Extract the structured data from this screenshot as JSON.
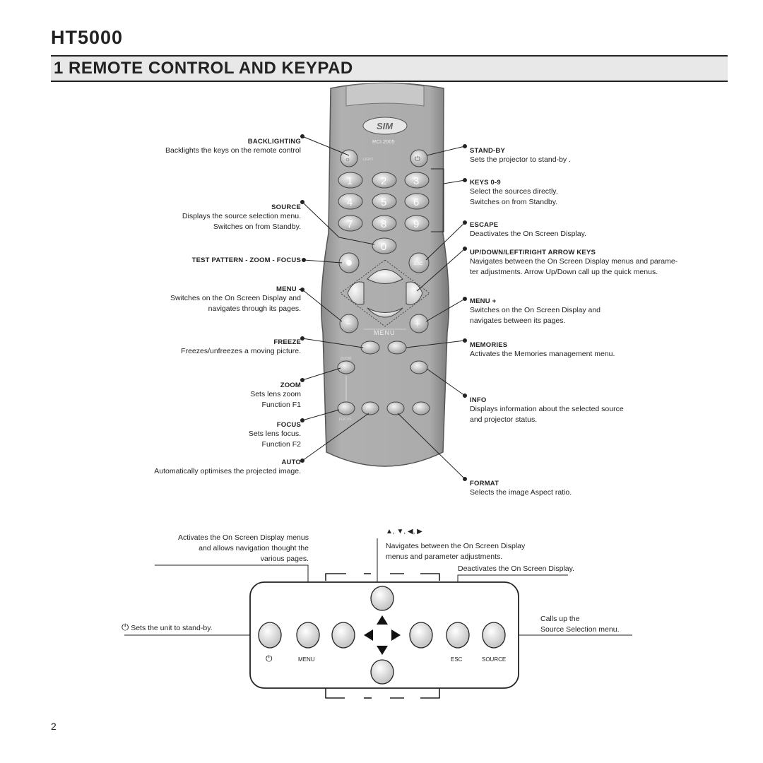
{
  "header": {
    "model": "HT5000",
    "section_title": "1  REMOTE CONTROL AND KEYPAD"
  },
  "remote": {
    "brand_label": "RCI 2005",
    "light_key": "LIGHT",
    "menu_label": "MENU",
    "zoom_key": "ZOOM",
    "focus_key": "FOCUS",
    "esc_key": "ESC",
    "keys": [
      "1",
      "2",
      "3",
      "4",
      "5",
      "6",
      "7",
      "8",
      "9",
      "0"
    ]
  },
  "left_annotations": [
    {
      "label": "BACKLIGHTING",
      "desc": [
        "Backlights the keys on the remote control"
      ]
    },
    {
      "label": "SOURCE",
      "desc": [
        "Displays the source selection menu.",
        "Switches on from Standby."
      ]
    },
    {
      "label": "TEST PATTERN - ZOOM - FOCUS",
      "desc": []
    },
    {
      "label": "MENU -",
      "desc": [
        "Switches on the On Screen Display and",
        "navigates through its pages."
      ]
    },
    {
      "label": "FREEZE",
      "desc": [
        "Freezes/unfreezes a moving picture."
      ]
    },
    {
      "label": "ZOOM",
      "desc": [
        "Sets lens zoom",
        "Function F1"
      ]
    },
    {
      "label": "FOCUS",
      "desc": [
        "Sets lens focus.",
        "Function F2"
      ]
    },
    {
      "label": "AUTO",
      "desc": [
        "Automatically optimises the projected image."
      ]
    }
  ],
  "right_annotations": [
    {
      "label": "STAND-BY",
      "desc": [
        "Sets the projector to stand-by ."
      ]
    },
    {
      "label": "KEYS 0-9",
      "desc": [
        "Select the sources directly.",
        "Switches on from Standby."
      ]
    },
    {
      "label": "ESCAPE",
      "desc": [
        "Deactivates the On Screen Display."
      ]
    },
    {
      "label": "UP/DOWN/LEFT/RIGHT ARROW KEYS",
      "desc": [
        "Navigates between the On Screen Display menus and parame-",
        "ter adjustments. Arrow Up/Down call up the quick menus."
      ]
    },
    {
      "label": "MENU +",
      "desc": [
        "Switches on the On Screen Display and",
        "navigates between its pages."
      ]
    },
    {
      "label": "MEMORIES",
      "desc": [
        "Activates the Memories management menu."
      ]
    },
    {
      "label": "INFO",
      "desc": [
        "Displays information about the selected source",
        "and projector status."
      ]
    },
    {
      "label": "FORMAT",
      "desc": [
        "Selects the image Aspect ratio."
      ]
    }
  ],
  "keypad": {
    "menu_note": [
      "Activates the On Screen Display menus",
      "and allows navigation thought the",
      "various pages."
    ],
    "arrow_symbols": "▲, ▼, ◀, ▶",
    "arrow_note": [
      "Navigates between the On Screen Display",
      "menus and parameter adjustments."
    ],
    "esc_note": "Deactivates the On Screen Display.",
    "standby_note": "Sets the unit to stand-by.",
    "source_note": [
      "Calls up the",
      "Source Selection menu."
    ],
    "labels": {
      "power": "⏻",
      "menu": "MENU",
      "esc": "ESC",
      "source": "SOURCE"
    }
  },
  "page_number": "2"
}
